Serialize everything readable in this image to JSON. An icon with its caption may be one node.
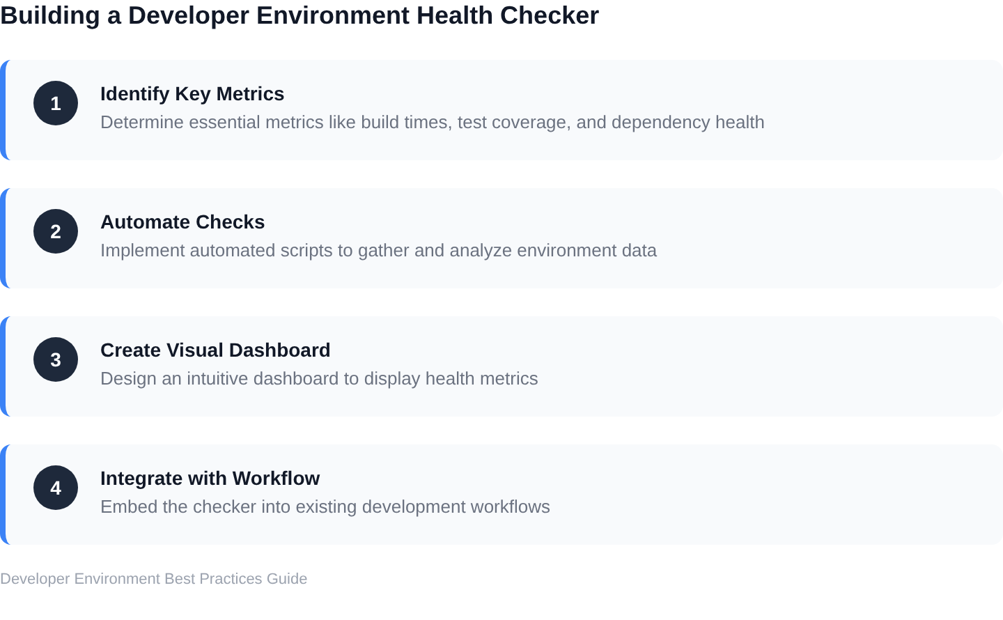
{
  "diagram": {
    "title": "Building a Developer Environment Health Checker",
    "nodes": [
      {
        "text": [
          "Identify Key Metrics",
          "Determine essential metrics like build times, test coverage, and dependency health"
        ]
      },
      {
        "text": [
          "1"
        ],
        "in": 0
      },
      {
        "text": [
          "Automate Checks",
          "Implement automated scripts to gather and analyze environment data"
        ]
      },
      {
        "text": [
          "2"
        ],
        "in": 2
      },
      {
        "text": [
          "Create Visual Dashboard",
          "Design an intuitive dashboard to display health metrics"
        ]
      },
      {
        "text": [
          "3"
        ],
        "in": 4
      },
      {
        "text": [
          "Integrate with Workflow",
          "Embed the checker into existing development workflows"
        ]
      },
      {
        "text": [
          "4"
        ],
        "in": 6
      }
    ],
    "edges": [],
    "labels": [
      "Developer Environment Best Practices Guide"
    ]
  }
}
